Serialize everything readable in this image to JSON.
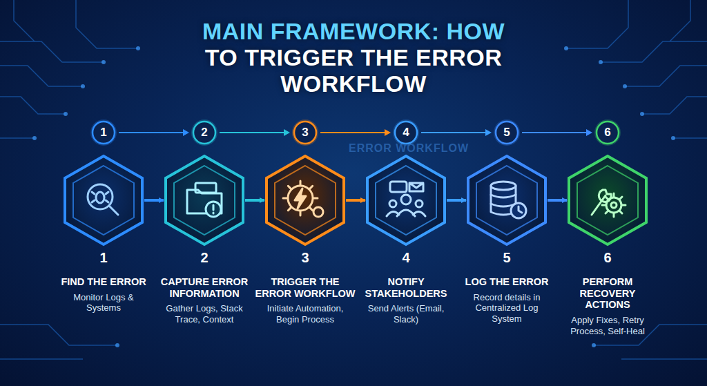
{
  "diagram": {
    "title": "MAIN FRAMEWORK: HOW TO TRIGGER THE ERROR WORKFLOW",
    "nodes": [
      {
        "text": [
          "FIND THE ERROR",
          "Monitor Logs & Systems"
        ]
      },
      {
        "text": [
          "CAPTURE ERROR INFORMATION",
          "Gather Logs, Stack Trace, Context"
        ]
      },
      {
        "text": [
          "TRIGGER THE ERROR WORKFLOW",
          "Initiate Automation, Begin Process"
        ]
      },
      {
        "text": [
          "NOTIFY STAKEHOLDERS",
          "Send Alerts (Email, Slack)"
        ]
      },
      {
        "text": [
          "LOG THE ERROR",
          "Record details in Centralized Log System"
        ]
      },
      {
        "text": [
          "PERFORM RECOVERY ACTIONS",
          "Apply Fixes, Retry Process, Self-Heal"
        ]
      }
    ],
    "edges": [
      {
        "from": 0,
        "to": 1,
        "arrow": "to"
      },
      {
        "from": 1,
        "to": 2,
        "arrow": "to"
      },
      {
        "from": 2,
        "to": 3,
        "arrow": "to"
      },
      {
        "from": 3,
        "to": 4,
        "arrow": "to"
      },
      {
        "from": 4,
        "to": 5,
        "arrow": "to"
      }
    ],
    "labels": [
      "1",
      "2",
      "3",
      "4",
      "5",
      "6",
      "ERROR WORKFLOW",
      "1",
      "2",
      "3",
      "4",
      "5",
      "6"
    ]
  }
}
